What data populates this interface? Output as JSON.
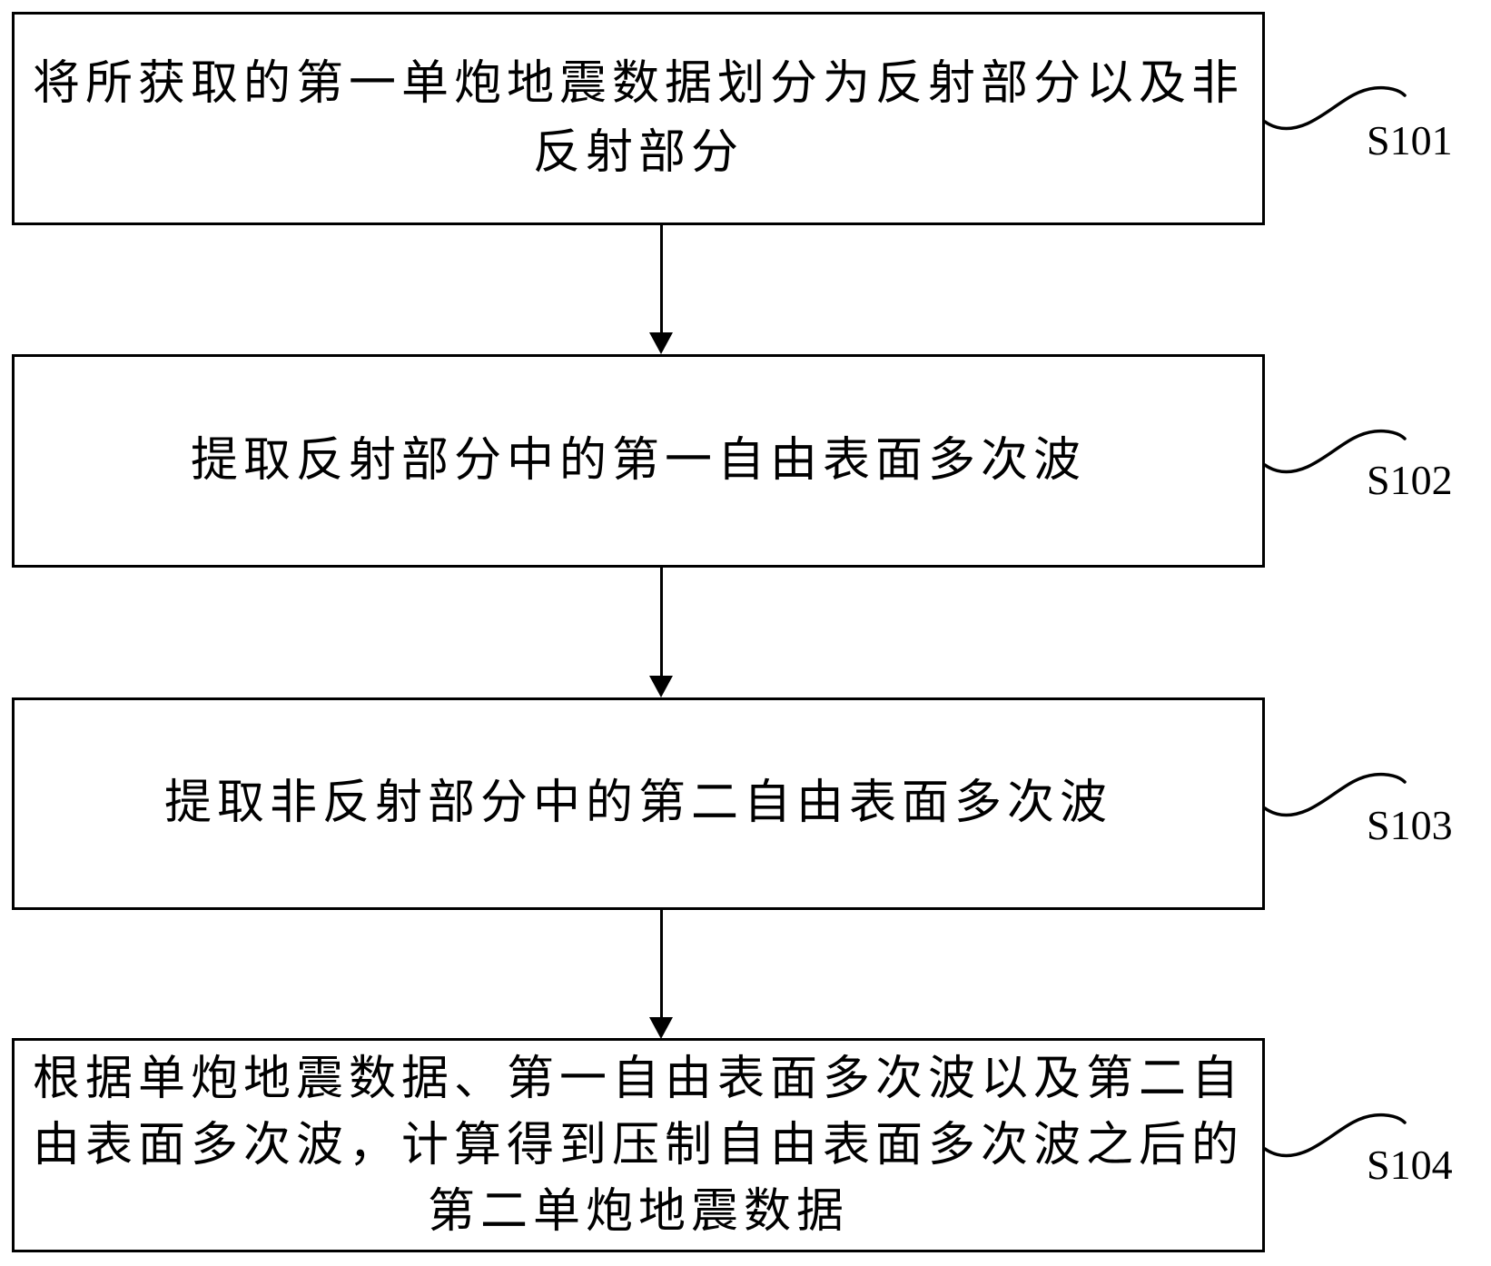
{
  "diagram": {
    "type": "flowchart",
    "background_color": "#ffffff",
    "line_color": "#000000",
    "steps": [
      {
        "id": "S101",
        "text": "将所获取的第一单炮地震数据划分为反射部分以及非\n反射部分"
      },
      {
        "id": "S102",
        "text": "提取反射部分中的第一自由表面多次波"
      },
      {
        "id": "S103",
        "text": "提取非反射部分中的第二自由表面多次波"
      },
      {
        "id": "S104",
        "text": "根据单炮地震数据、第一自由表面多次波以及第二自\n由表面多次波，计算得到压制自由表面多次波之后的\n第二单炮地震数据"
      }
    ]
  }
}
